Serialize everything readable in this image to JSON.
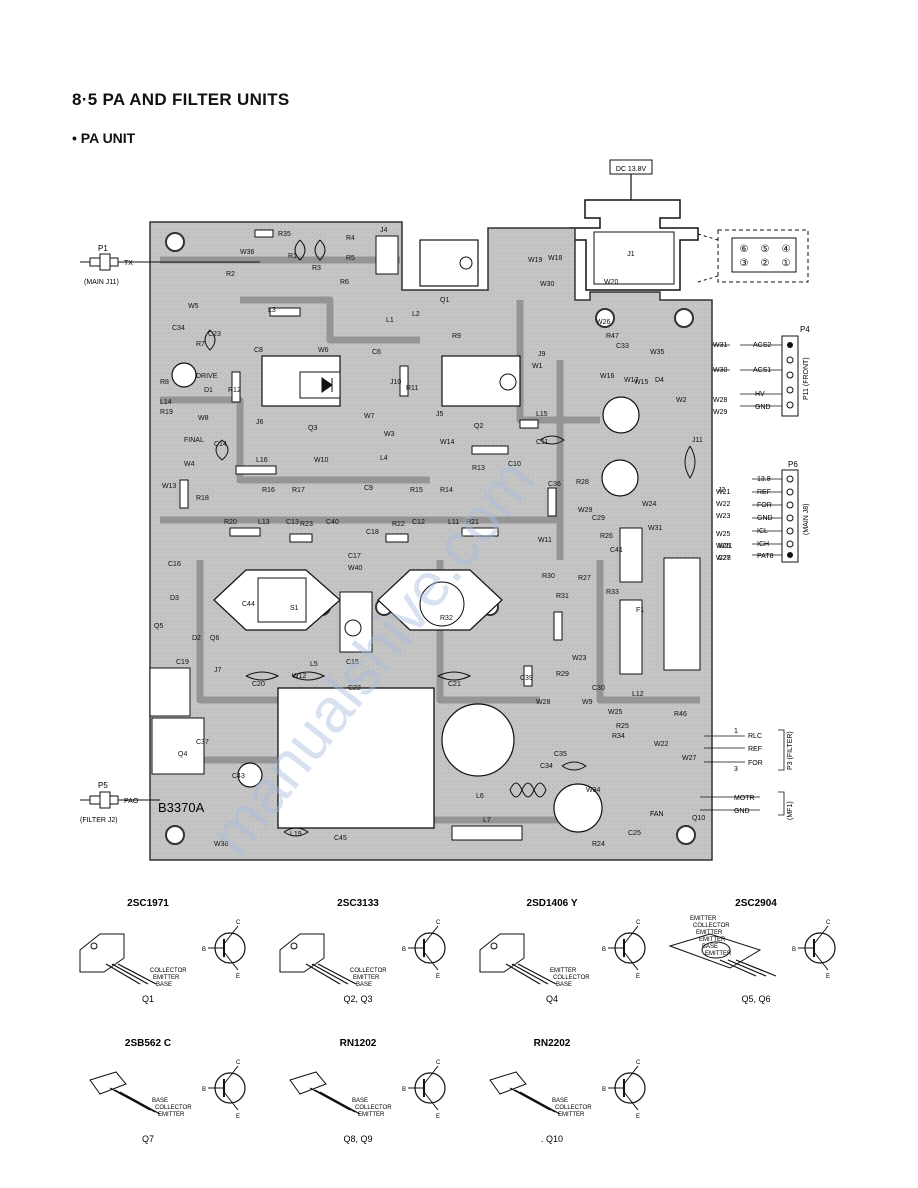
{
  "heading": {
    "section": "8·5  PA AND FILTER UNITS",
    "subsection": "• PA UNIT"
  },
  "power": {
    "label": "DC 13.8V",
    "jack": "J1",
    "pins": [
      "⑥",
      "⑤",
      "④",
      "③",
      "②",
      "①"
    ]
  },
  "board": {
    "id": "B3370A",
    "fan": "FAN"
  },
  "connectors": {
    "p1": {
      "name": "P1",
      "net": "TX",
      "dest": "(MAIN J11)"
    },
    "p5": {
      "name": "P5",
      "net": "PAO",
      "dest": "(FILTER J2)"
    },
    "p4": {
      "name": "P4",
      "dest": "P11 (FRONT)",
      "pins": [
        {
          "wire": "W31",
          "net": "ACS2"
        },
        {
          "wire": "W30",
          "net": "ACS1"
        },
        {
          "wire": "",
          "net": ""
        },
        {
          "wire": "W28",
          "net": "HV"
        },
        {
          "wire": "W29",
          "net": "GND"
        }
      ]
    },
    "p6": {
      "name": "P6",
      "dest": "(MAIN J8)",
      "pins": [
        {
          "wire": "",
          "net": "13.8"
        },
        {
          "wire": "W21",
          "net": "REF"
        },
        {
          "wire": "W22",
          "net": "FOR"
        },
        {
          "wire": "W23",
          "net": "GND"
        },
        {
          "wire": "W25",
          "net": "ICL"
        },
        {
          "wire": "W26",
          "net": "ICH"
        },
        {
          "wire": "W27",
          "net": "PAT8"
        }
      ]
    },
    "p3": {
      "name": "P3 (FILTER)",
      "pin1": "1",
      "pin3": "3",
      "nets": [
        "RLC",
        "REF",
        "FOR"
      ]
    },
    "mf1": {
      "name": "(MF1)",
      "nets": [
        "MOTR",
        "GND"
      ]
    }
  },
  "board_labels": [
    "R35",
    "W36",
    "R1",
    "R4",
    "R2",
    "R3",
    "R5",
    "R6",
    "J4",
    "R7",
    "R8",
    "D1",
    "R12",
    "DRIVE",
    "L14",
    "R19",
    "W8",
    "FINAL",
    "C34",
    "C23",
    "W5",
    "L3",
    "C8",
    "W6",
    "C6",
    "L1",
    "L2",
    "Q1",
    "R9",
    "J9",
    "J10",
    "R11",
    "J6",
    "J5",
    "Q3",
    "Q2",
    "W7",
    "W3",
    "L15",
    "C11",
    "W14",
    "L4",
    "L16",
    "W10",
    "R13",
    "C10",
    "R18",
    "W13",
    "W4",
    "C9",
    "R16",
    "R17",
    "R15",
    "R14",
    "C14",
    "R20",
    "L13",
    "C13",
    "R23",
    "C40",
    "C18",
    "R22",
    "C12",
    "L11",
    "R21",
    "C16",
    "W11",
    "C17",
    "W40",
    "S1",
    "R32",
    "D3",
    "C44",
    "Q6",
    "Q5",
    "D2",
    "C15",
    "L5",
    "W12",
    "C20",
    "C22",
    "C21",
    "C19",
    "J7",
    "C37",
    "Q4",
    "C43",
    "W38",
    "L19",
    "C45",
    "L6",
    "L7",
    "R24",
    "C25",
    "W34",
    "C34",
    "C35",
    "C36",
    "R28",
    "W29",
    "W24",
    "C29",
    "W1",
    "W2",
    "W35",
    "D4",
    "W15",
    "W16",
    "W17",
    "W18",
    "W19",
    "W20",
    "W30",
    "W31",
    "F1",
    "R26",
    "R27",
    "R30",
    "R31",
    "R33",
    "C41",
    "C39",
    "R29",
    "C30",
    "L12",
    "W28",
    "W9",
    "R25",
    "R34",
    "W22",
    "W23",
    "W25",
    "R46",
    "Q10",
    "J11",
    "J2",
    "C28",
    "W21",
    "W27",
    "W26",
    "R47",
    "C33",
    "C32",
    "C31"
  ],
  "transistors": [
    {
      "type": "2SC1971",
      "ref": "Q1",
      "pins": [
        "COLLECTOR",
        "EMITTER",
        "BASE"
      ]
    },
    {
      "type": "2SC3133",
      "ref": "Q2, Q3",
      "pins": [
        "COLLECTOR",
        "EMITTER",
        "BASE"
      ]
    },
    {
      "type": "2SD1406  Y",
      "ref": "Q4",
      "pins": [
        "EMITTER",
        "COLLECTOR",
        "BASE"
      ]
    },
    {
      "type": "2SC2904",
      "ref": "Q5, Q6",
      "pins": [
        "EMITTER",
        "COLLECTOR",
        "EMITTER",
        "EMITTER",
        "BASE",
        "EMITTER"
      ]
    },
    {
      "type": "2SB562  C",
      "ref": "Q7",
      "pins": [
        "BASE",
        "COLLECTOR",
        "EMITTER"
      ]
    },
    {
      "type": "RN1202",
      "ref": "Q8, Q9",
      "pins": [
        "BASE",
        "COLLECTOR",
        "EMITTER"
      ]
    },
    {
      "type": "RN2202",
      "ref": ". Q10",
      "pins": [
        "BASE",
        "COLLECTOR",
        "EMITTER"
      ]
    }
  ],
  "symbol_pins": {
    "b": "B",
    "c": "C",
    "e": "E"
  },
  "watermark": "manualshive.com",
  "colors": {
    "ink": "#111111",
    "board": "#c9c9c9",
    "board_dark": "#8a8a8a",
    "watermark": "#a9bde0"
  }
}
